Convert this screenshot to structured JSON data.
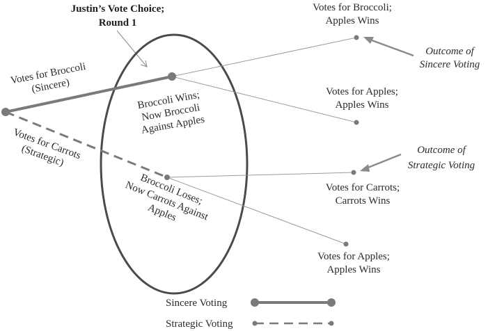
{
  "title": [
    "Justin’s Vote Choice;",
    "Round 1"
  ],
  "sincere_branch_label": [
    "Votes for Broccoli",
    "(Sincere)"
  ],
  "strategic_branch_label": [
    "Votes for Carrots",
    "(Strategic)"
  ],
  "broccoli_wins_label": [
    "Broccoli Wins;",
    "Now Broccoli",
    "Against Apples"
  ],
  "broccoli_loses_label": [
    "Broccoli Loses;",
    "Now Carrots Against",
    "Apples"
  ],
  "outcomes": [
    {
      "label": [
        "Votes for Broccoli;",
        "Apples Wins"
      ]
    },
    {
      "label": [
        "Votes for Apples;",
        "Apples Wins"
      ]
    },
    {
      "label": [
        "Votes for Carrots;",
        "Carrots Wins"
      ]
    },
    {
      "label": [
        "Votes for Apples;",
        "Apples Wins"
      ]
    }
  ],
  "annotations": {
    "sincere_outcome": [
      "Outcome of",
      "Sincere Voting"
    ],
    "strategic_outcome": [
      "Outcome of",
      "Strategic Voting"
    ]
  },
  "legend": {
    "sincere": "Sincere Voting",
    "strategic": "Strategic Voting"
  },
  "colors": {
    "sincere_line": "#7a7a7a",
    "strategic_line": "#7a7a7a",
    "ellipse": "#4a4a4a",
    "thin_line": "#9a9a9a",
    "arrow": "#8a8a8a"
  }
}
